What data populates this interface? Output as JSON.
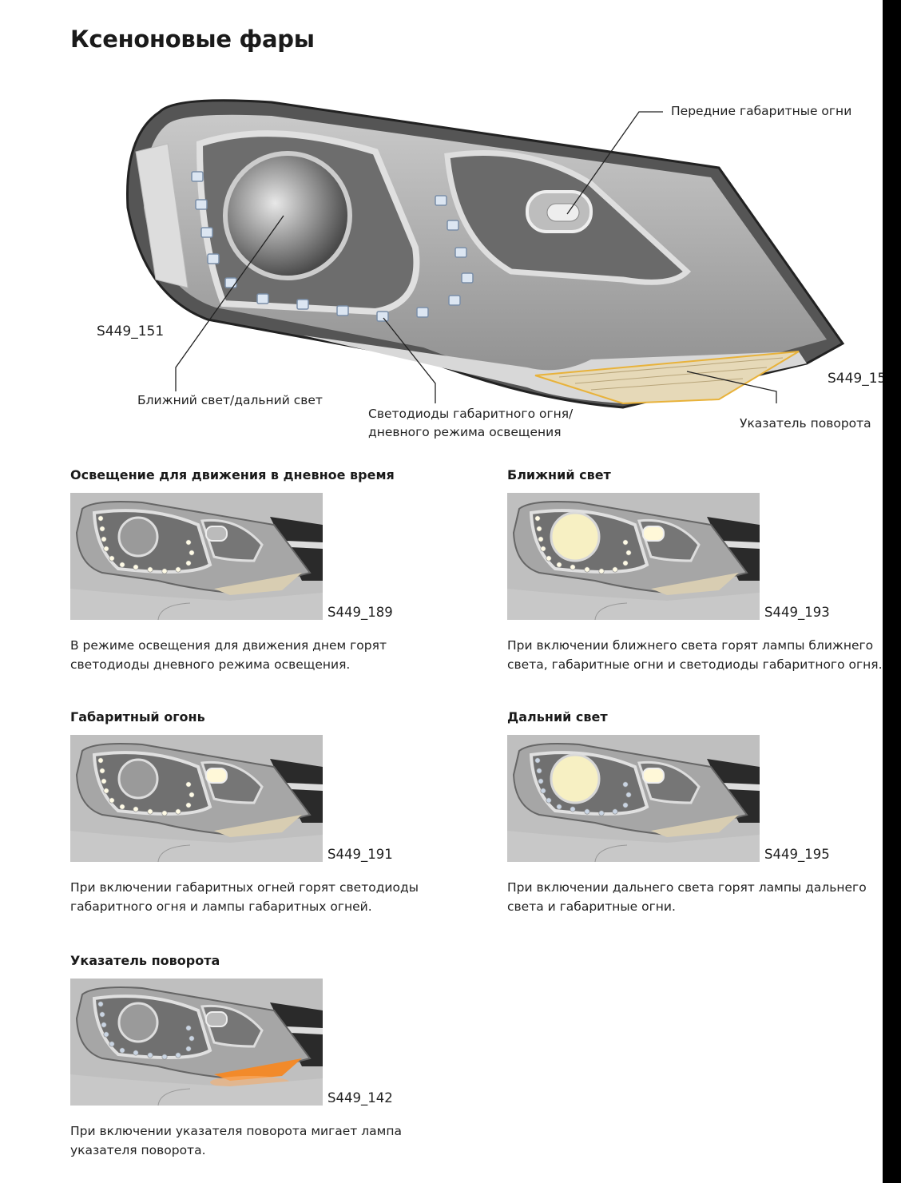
{
  "title": "Ксеноновые фары",
  "main_figure": {
    "code_left": "S449_151",
    "code_right": "S449_15",
    "labels": {
      "front_parking": "Передние габаритные огни",
      "low_high": "Ближний свет/дальний свет",
      "led_line1": "Светодиоды габаритного огня/",
      "led_line2": "дневного режима освещения",
      "turn": "Указатель поворота"
    }
  },
  "sections": [
    {
      "heading": "Освещение для движения в дневное время",
      "code": "S449_189",
      "caption": "В режиме освещения для движения днем горят светодиоды дневного режима освещения.",
      "state": "drl"
    },
    {
      "heading": "Ближний свет",
      "code": "S449_193",
      "caption": "При включении ближнего света горят лампы ближнего света, габаритные огни и светодиоды габаритного огня.",
      "state": "low"
    },
    {
      "heading": "Габаритный огонь",
      "code": "S449_191",
      "caption": "При включении габаритных огней горят светодиоды габаритного огня и лампы габаритных огней.",
      "state": "parking"
    },
    {
      "heading": "Дальний свет",
      "code": "S449_195",
      "caption": "При включении дальнего света горят лампы дальнего света и габаритные огни.",
      "state": "high"
    },
    {
      "heading": "Указатель поворота",
      "code": "S449_142",
      "caption": "При включении указателя поворота мигает лампа указателя поворота.",
      "state": "turn"
    }
  ],
  "colors": {
    "turn_amber": "#e8b23a",
    "turn_on": "#f28a2a",
    "glow": "#fffbd8"
  }
}
